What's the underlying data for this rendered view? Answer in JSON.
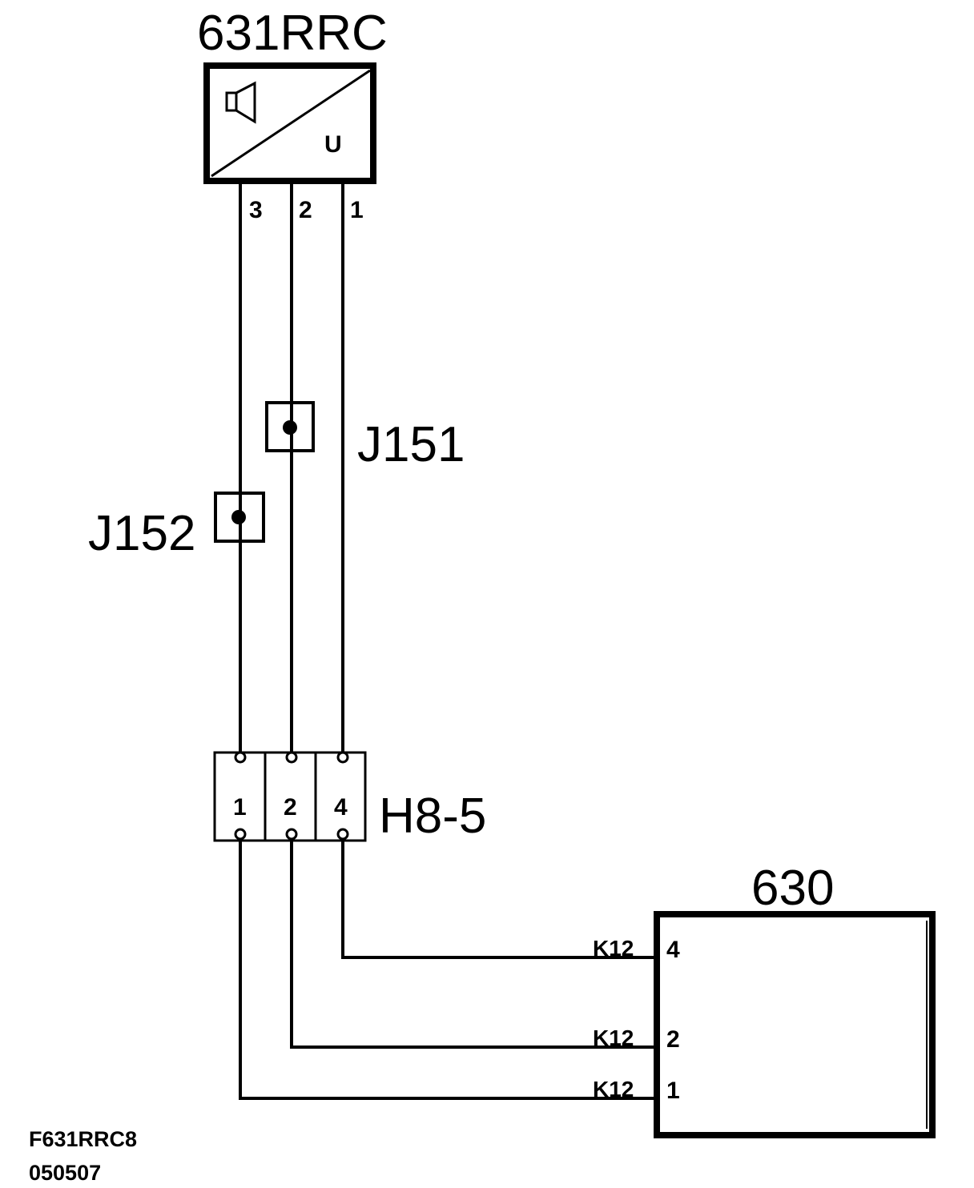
{
  "components": {
    "sensor": {
      "label": "631RRC",
      "symbol_text": "U",
      "icon": "speaker-icon",
      "pins": [
        "3",
        "2",
        "1"
      ]
    },
    "junction_j151": {
      "label": "J151"
    },
    "junction_j152": {
      "label": "J152"
    },
    "connector_h8_5": {
      "label": "H8-5",
      "pins": [
        "1",
        "2",
        "4"
      ]
    },
    "module_630": {
      "label": "630",
      "connector": "K12",
      "pins": [
        "4",
        "2",
        "1"
      ]
    }
  },
  "footer": {
    "code": "F631RRC8",
    "date": "050507"
  }
}
